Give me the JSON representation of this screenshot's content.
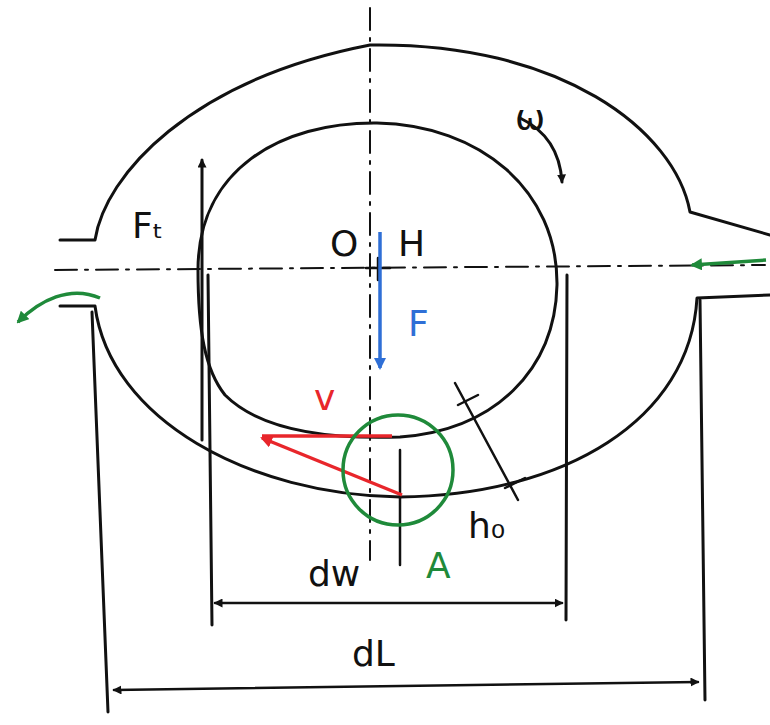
{
  "diagram": {
    "labels": [
      "ω",
      "Fₜ",
      "O",
      "H",
      "F",
      "v",
      "h₀",
      "A",
      "dw",
      "dL"
    ]
  }
}
